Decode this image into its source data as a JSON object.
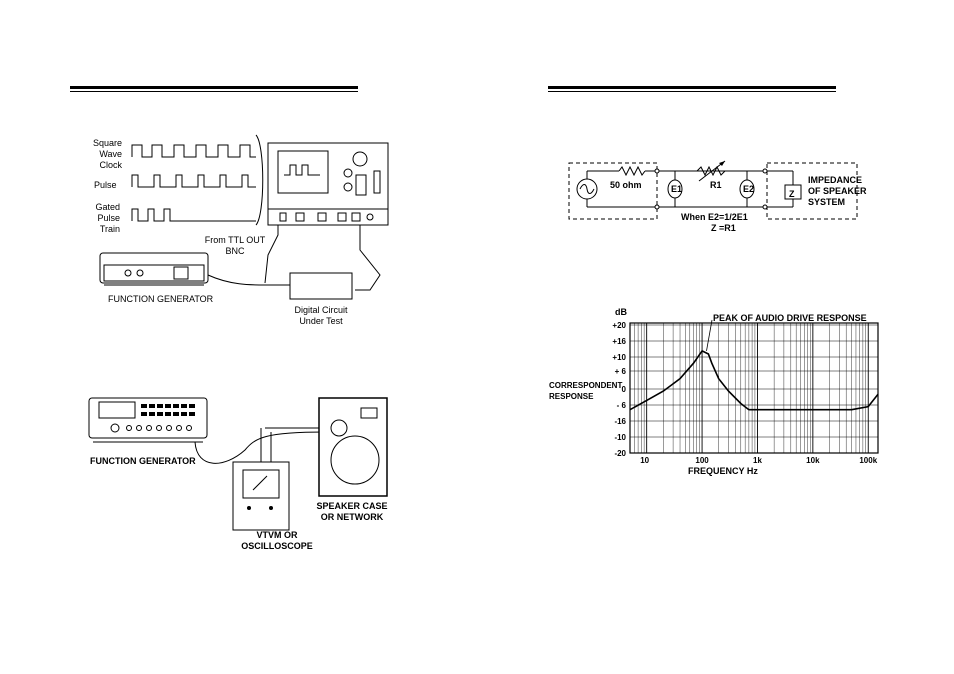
{
  "left": {
    "signals": {
      "square_label": "Square\nWave\nClock",
      "pulse_label": "Pulse",
      "gated_label": "Gated\nPulse\nTrain"
    },
    "ttl_label": "From TTL OUT\nBNC",
    "function_generator_label": "FUNCTION  GENERATOR",
    "dut_label": "Digital Circuit\nUnder Test",
    "function_generator_label_2": "FUNCTION GENERATOR",
    "vtvm_label": "VTVM OR\nOSCILLOSCOPE",
    "speaker_label": "SPEAKER CASE\nOR NETWORK"
  },
  "right": {
    "circuit": {
      "source_label": "50 ohm",
      "e1": "E1",
      "r1": "R1",
      "e2": "E2",
      "z": "Z",
      "impedance_label": "IMPEDANCE\nOF SPEAKER\nSYSTEM",
      "condition_1": "When E2=1/2E1",
      "condition_2": "Z =R1"
    },
    "chart_data": {
      "type": "line",
      "title": "",
      "annotation": "PEAK OF AUDIO DRIVE RESPONSE",
      "ylabel_top": "dB",
      "ylabel_side": "CORRESPONDENT\nRESPONSE",
      "xlabel": "FREQUENCY Hz",
      "x_scale": "log",
      "xlim": [
        5,
        150000
      ],
      "ylim": [
        -20,
        22
      ],
      "y_ticks": [
        "+20",
        "+16",
        "+10",
        "+ 6",
        "0",
        "- 6",
        "-16",
        "-10",
        "-20"
      ],
      "x_ticks": [
        "10",
        "100",
        "1k",
        "10k",
        "100k"
      ],
      "grid": true,
      "series": [
        {
          "x": [
            5,
            10,
            20,
            40,
            70,
            100,
            130,
            150,
            200,
            300,
            500,
            700,
            1000,
            2000,
            5000,
            10000,
            20000,
            50000,
            100000,
            150000
          ],
          "y": [
            -6,
            -3,
            0,
            4,
            9,
            13,
            12,
            9,
            4,
            0,
            -4,
            -6,
            -6,
            -6,
            -6,
            -6,
            -6,
            -6,
            -5,
            -1
          ]
        }
      ]
    }
  }
}
